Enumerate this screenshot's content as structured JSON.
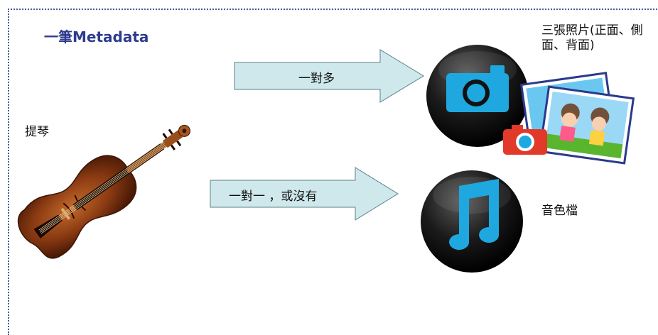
{
  "title": "一筆Metadata",
  "source": {
    "label": "提琴",
    "icon": "violin-icon"
  },
  "relations": [
    {
      "label": "一對多",
      "target_label": "三張照片(正面、側面、背面)",
      "target_icon": "camera-photos-icon"
    },
    {
      "label": "一對一 ，或沒有",
      "target_label": "音色檔",
      "target_icon": "music-note-icon"
    }
  ],
  "colors": {
    "frame": "#4a5a9a",
    "title": "#2e3b8c",
    "arrow_fill": "#cfe8ec",
    "arrow_stroke": "#5b7f8a",
    "icon_accent": "#1fa8e0"
  }
}
